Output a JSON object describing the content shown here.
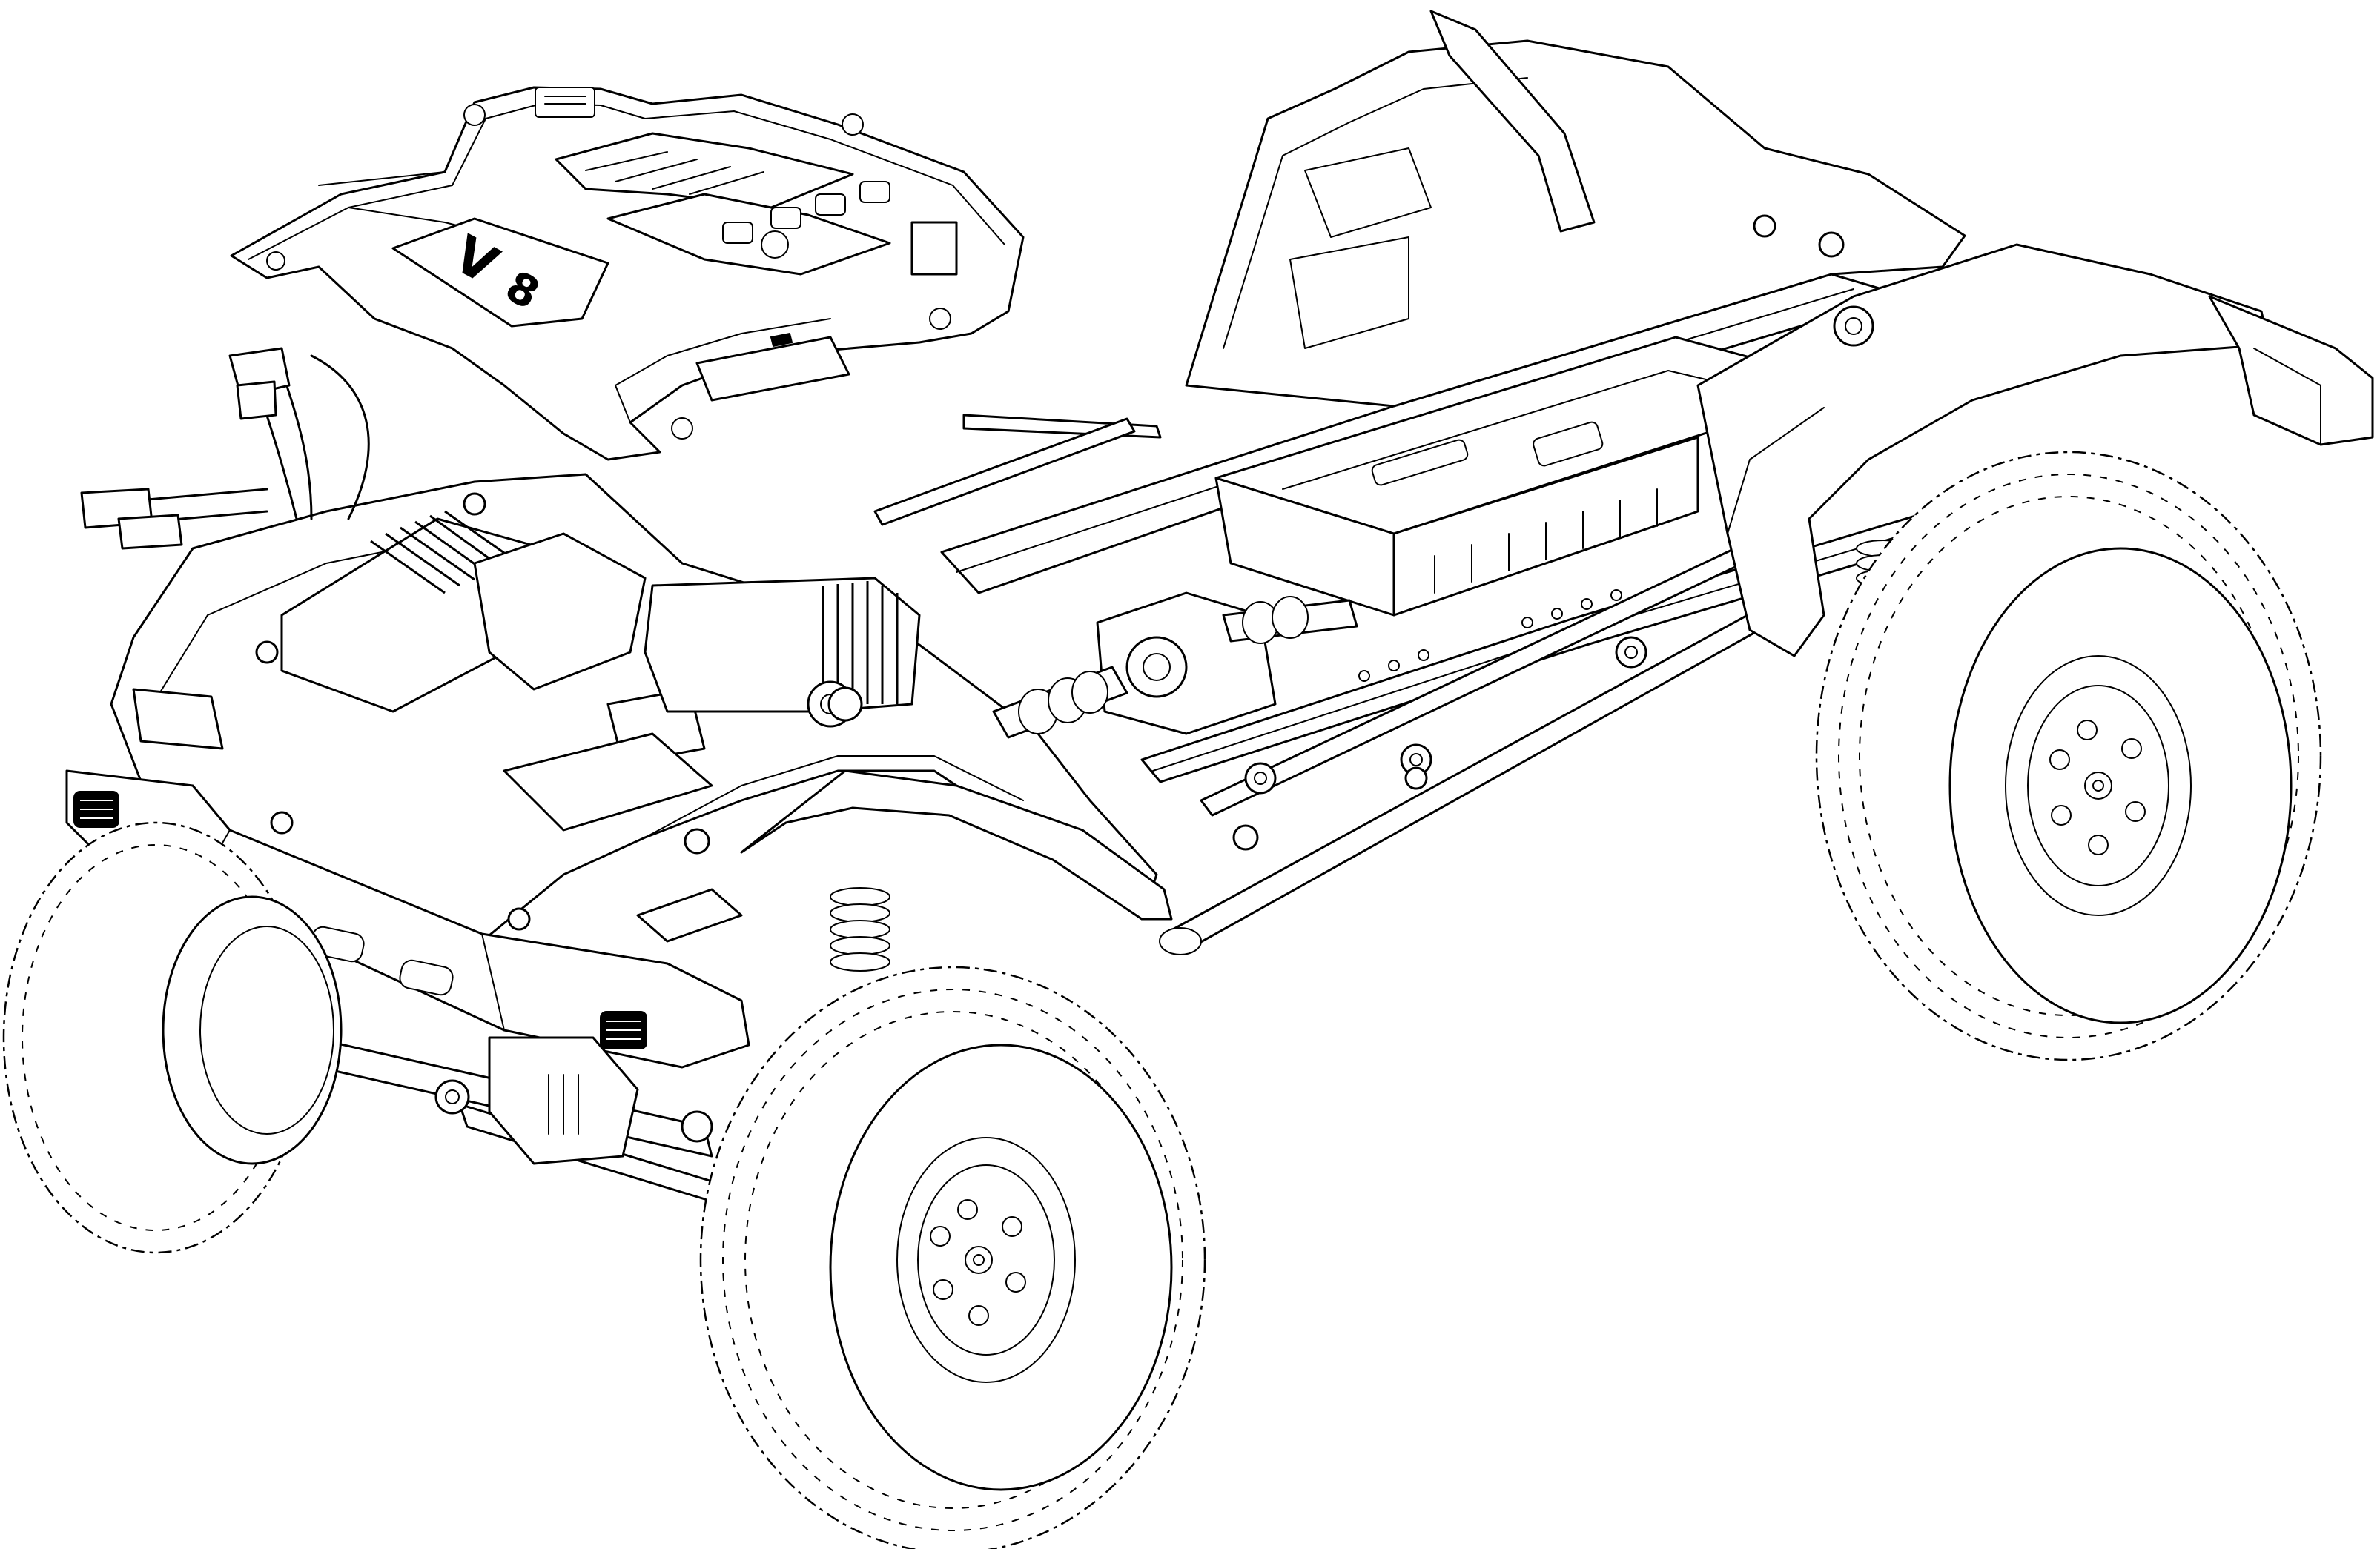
{
  "image": {
    "kind": "technical line drawing",
    "subject": "rc-crawler-chassis-exploded-isometric",
    "background_color": "#ffffff",
    "line_color": "#000000"
  },
  "cover_plate": {
    "engraved_letter": "V",
    "engraved_number": "8"
  }
}
